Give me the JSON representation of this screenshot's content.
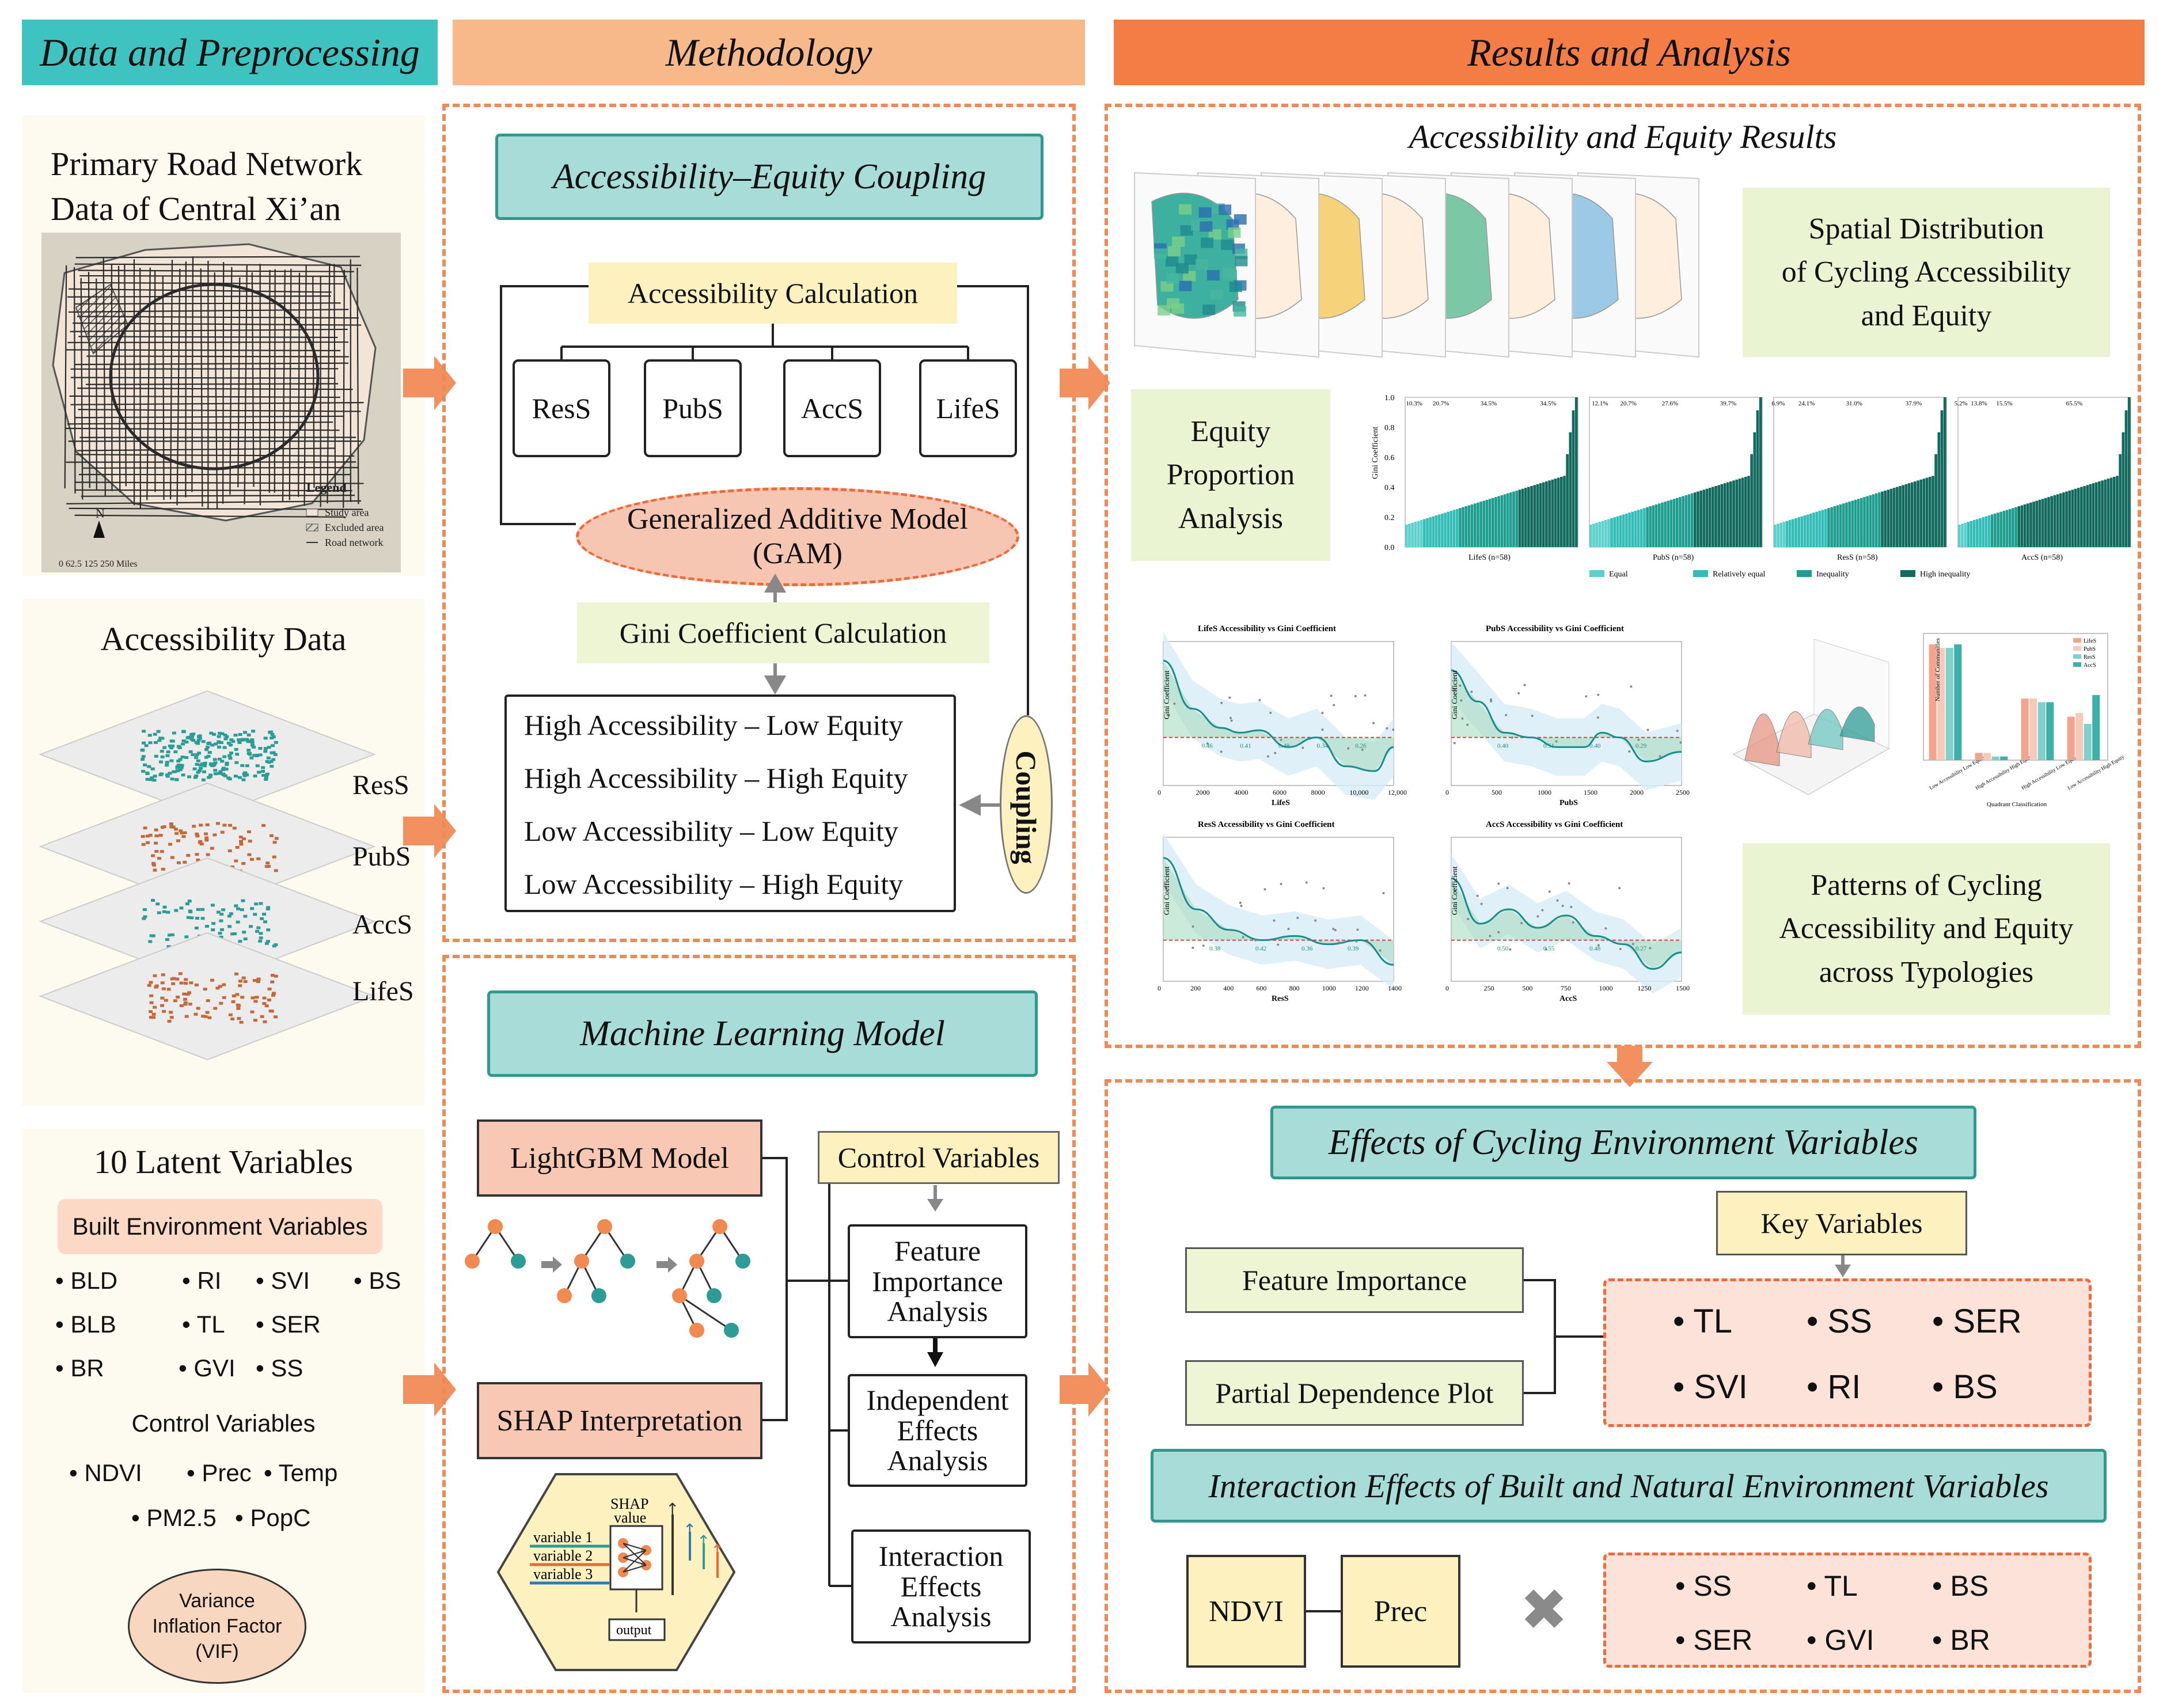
{
  "headers": {
    "data": "Data  and Preprocessing",
    "method": "Methodology",
    "results": "Results and Analysis"
  },
  "left": {
    "road_title_1": "Primary Road Network",
    "road_title_2": "Data of Central Xi’an",
    "legend_title": "Legend",
    "legend_items": [
      "Study area",
      "Excluded area",
      "Road network"
    ],
    "scale_text": "0  62.5 125      250 Miles",
    "north": "N",
    "access_title": "Accessibility Data",
    "layers": [
      "ResS",
      "PubS",
      "AccS",
      "LifeS"
    ],
    "latent_title": "10 Latent Variables",
    "built_title": "Built Environment Variables",
    "built_vars": [
      "BLD",
      "RI",
      "SVI",
      "BS",
      "BLB",
      "TL",
      "SER",
      "BR",
      "GVI",
      "SS"
    ],
    "control_title": "Control Variables",
    "control_vars": [
      "NDVI",
      "Prec",
      "Temp",
      "PM2.5",
      "PopC"
    ],
    "vif_1": "Variance",
    "vif_2": "Inflation Factor",
    "vif_3": "(VIF)"
  },
  "method": {
    "coupling_title": "Accessibility–Equity Coupling",
    "acc_calc": "Accessibility Calculation",
    "services": [
      "ResS",
      "PubS",
      "AccS",
      "LifeS"
    ],
    "gam_1": "Generalized Additive Model",
    "gam_2": "(GAM)",
    "gini_calc": "Gini Coefficient Calculation",
    "quadrants": [
      "High Accessibility – Low Equity",
      "High Accessibility – High Equity",
      "Low Accessibility – Low Equity",
      "Low Accessibility – High Equity"
    ],
    "coupling": "Coupling",
    "ml_title": "Machine Learning Model",
    "lightgbm": "LightGBM Model",
    "control_vars": "Control Variables",
    "feature_imp": "Feature Importance Analysis",
    "independent": "Independent Effects Analysis",
    "interaction": "Interaction Effects Analysis",
    "shap_interp": "SHAP Interpretation",
    "shap_value_1": "SHAP",
    "shap_value_2": "value",
    "shap_vars": [
      "variable 1",
      "variable 2",
      "variable 3"
    ],
    "shap_output": "output"
  },
  "results": {
    "acc_eq_title": "Accessibility and Equity Results",
    "spatial_1": "Spatial Distribution",
    "spatial_2": "of  Cycling Accessibility",
    "spatial_3": "and Equity",
    "equity_1": "Equity",
    "equity_2": "Proportion",
    "equity_3": "Analysis",
    "patterns_1": "Patterns of Cycling",
    "patterns_2": "Accessibility and Equity",
    "patterns_3": "across Typologies",
    "effects_title": "Effects of Cycling Environment Variables",
    "key_vars": "Key Variables",
    "feature_imp": "Feature Importance",
    "pdp": "Partial Dependence Plot",
    "key_list": [
      "TL",
      "SS",
      "SER",
      "SVI",
      "RI",
      "BS"
    ],
    "interaction_title": "Interaction Effects of Built and Natural Environment Variables",
    "ndvi": "NDVI",
    "prec": "Prec",
    "cross": "✖",
    "inter_list": [
      "SS",
      "TL",
      "BS",
      "SER",
      "GVI",
      "BR"
    ]
  },
  "colors": {
    "teal_header": "#3fc3c0",
    "peach_header": "#f8b98a",
    "orange_header": "#f47d45",
    "dash": "#ee8a55",
    "teal": "#2d9c96",
    "brown": "#c46a3a"
  },
  "chart_data": [
    {
      "type": "bar",
      "categories": [
        "LifeS (n=58)",
        "PubS (n=58)",
        "ResS (n=58)",
        "AccS (n=58)"
      ],
      "series": [
        {
          "name": "Equal",
          "values": [
            10.3,
            12.1,
            6.9,
            5.2
          ]
        },
        {
          "name": "Relatively equal",
          "values": [
            20.7,
            20.7,
            24.1,
            13.8
          ]
        },
        {
          "name": "Inequality",
          "values": [
            34.5,
            27.6,
            31.0,
            15.5
          ]
        },
        {
          "name": "High inequality",
          "values": [
            34.5,
            39.7,
            37.9,
            65.5
          ]
        }
      ],
      "ylabel": "Gini Coefficient",
      "ylim": [
        0,
        1.0
      ],
      "yticks": [
        "0.0",
        "0.2",
        "0.4",
        "0.6",
        "0.8",
        "1.0"
      ]
    },
    {
      "type": "line",
      "title": "LifeS Accessibility vs Gini Coefficient",
      "xlabel": "LifeS",
      "ylabel": "Gini Coefficient",
      "xlim": [
        0,
        12000
      ],
      "ylim": [
        0.2,
        0.8
      ],
      "xticks": [
        "0",
        "2000",
        "4000",
        "6000",
        "8000",
        "10,000",
        "12,000"
      ],
      "threshold": 0.4,
      "x": [
        0,
        1500,
        3000,
        4000,
        5000,
        6500,
        8000,
        9500,
        11000,
        12000
      ],
      "y": [
        0.72,
        0.52,
        0.44,
        0.42,
        0.43,
        0.36,
        0.4,
        0.28,
        0.26,
        0.36
      ],
      "labels": [
        "0.46",
        "0.41",
        "0.48",
        "0.34",
        "0.26"
      ]
    },
    {
      "type": "line",
      "title": "PubS Accessibility vs Gini Coefficient",
      "xlabel": "PubS",
      "ylabel": "Gini Coefficient",
      "xlim": [
        0,
        2600
      ],
      "ylim": [
        0.2,
        0.8
      ],
      "xticks": [
        "0",
        "500",
        "1000",
        "1500",
        "2000",
        "2500"
      ],
      "threshold": 0.4,
      "x": [
        0,
        300,
        600,
        900,
        1200,
        1500,
        1700,
        1900,
        2200,
        2600
      ],
      "y": [
        0.68,
        0.55,
        0.42,
        0.4,
        0.36,
        0.36,
        0.42,
        0.4,
        0.3,
        0.34
      ],
      "labels": [
        "0.40",
        "0.51",
        "0.40",
        "0.29"
      ]
    },
    {
      "type": "line",
      "title": "ResS Accessibility vs Gini Coefficient",
      "xlabel": "ResS",
      "ylabel": "Gini Coefficient",
      "xlim": [
        0,
        1400
      ],
      "ylim": [
        0.2,
        0.9
      ],
      "xticks": [
        "0",
        "200",
        "400",
        "600",
        "800",
        "1000",
        "1200",
        "1400"
      ],
      "threshold": 0.4,
      "x": [
        0,
        200,
        400,
        600,
        800,
        1000,
        1200,
        1400
      ],
      "y": [
        0.8,
        0.55,
        0.45,
        0.4,
        0.42,
        0.38,
        0.4,
        0.28
      ],
      "labels": [
        "0.38",
        "0.42",
        "0.36",
        "0.39"
      ]
    },
    {
      "type": "line",
      "title": "AccS Accessibility vs Gini Coefficient",
      "xlabel": "AccS",
      "ylabel": "Gini Coefficient",
      "xlim": [
        0,
        1600
      ],
      "ylim": [
        0.2,
        0.9
      ],
      "xticks": [
        "0",
        "250",
        "500",
        "750",
        "1000",
        "1250",
        "1500"
      ],
      "threshold": 0.4,
      "x": [
        0,
        200,
        400,
        600,
        800,
        1000,
        1200,
        1400,
        1600
      ],
      "y": [
        0.7,
        0.48,
        0.55,
        0.46,
        0.52,
        0.42,
        0.38,
        0.26,
        0.34
      ],
      "labels": [
        "0.50",
        "0.55",
        "0.48",
        "0.27"
      ]
    },
    {
      "type": "bar",
      "xlabel": "Quadrant Classification",
      "ylabel": "Number of Communities",
      "categories": [
        "Low Accessibility Low Equity",
        "High Accessibility High Equity",
        "High Accessibility Low Equity",
        "Low Accessibility High Equity"
      ],
      "series": [
        {
          "name": "LifeS",
          "values": [
            32,
            2,
            17,
            12
          ]
        },
        {
          "name": "PubS",
          "values": [
            31,
            2,
            17,
            13
          ]
        },
        {
          "name": "ResS",
          "values": [
            31,
            1,
            16,
            10
          ]
        },
        {
          "name": "AccS",
          "values": [
            32,
            1,
            16,
            18
          ]
        }
      ],
      "ylim": [
        0,
        35
      ]
    }
  ]
}
